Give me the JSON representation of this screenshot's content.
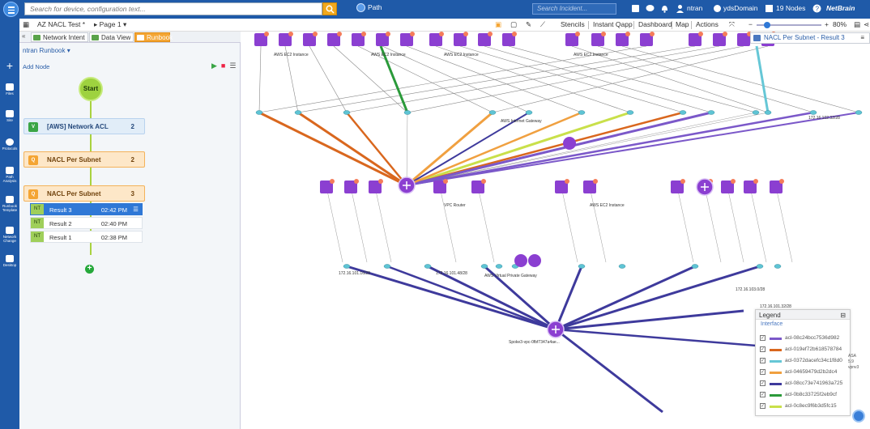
{
  "top": {
    "search_placeholder": "Search for device, configuration text...",
    "path_label": "Path",
    "incident_placeholder": "Search Incident...",
    "user": "ntran",
    "domain": "ydsDomain",
    "nodes": "19 Nodes",
    "brand": "NetBrain"
  },
  "bar2": {
    "map_title": "AZ NACL Test *",
    "page": "Page 1",
    "stencils": "Stencils",
    "instant_qapp": "Instant Qapp",
    "dashboard": "Dashboard",
    "map": "Map",
    "actions": "Actions",
    "zoom": "80%"
  },
  "sidebar": [
    {
      "label": "Files"
    },
    {
      "label": "Site"
    },
    {
      "label": "Protocols"
    },
    {
      "label": "Path Analysis"
    },
    {
      "label": "Runbook Template"
    },
    {
      "label": "Network Change"
    },
    {
      "label": "Desktop"
    }
  ],
  "tabs": [
    {
      "label": "Network Intent",
      "color": "#5aa34a"
    },
    {
      "label": "Data View",
      "color": "#5aa34a"
    },
    {
      "label": "Runbook",
      "color": "#f4a533"
    }
  ],
  "runbook": {
    "title": "ntran Runbook",
    "add_node": "Add Node",
    "start": "Start",
    "nodes": [
      {
        "label": "[AWS] Network ACL",
        "count": "2",
        "style": "blue",
        "icon": "V"
      },
      {
        "label": "NACL Per Subnet",
        "count": "2",
        "style": "orange",
        "icon": "Q"
      },
      {
        "label": "NACL Per Subnet",
        "count": "3",
        "style": "orange",
        "icon": "Q"
      }
    ],
    "results": [
      {
        "badge": "NT",
        "name": "Result 3",
        "time": "02:42 PM",
        "selected": true
      },
      {
        "badge": "NT",
        "name": "Result 2",
        "time": "02:40 PM",
        "selected": false
      },
      {
        "badge": "NT",
        "name": "Result 1",
        "time": "02:38 PM",
        "selected": false
      }
    ]
  },
  "panel_tab": "NACL Per Subnet - Result 3",
  "map": {
    "labels": [
      "AWS EC2 Instance",
      "AWS EC2 Instance",
      "AWS EC2 Instance",
      "AWS EC2 Instance",
      "AWS Internet Gateway",
      "VPC Router",
      "AWS EC2 Instance",
      "AWS Virtual Private Gateway",
      "Spoke3-vpc-0fbf7347a4ae...",
      "172.16.101.32/28",
      "172.16.101.16/28",
      "172.16.101.48/28",
      "172.16.103.0/28",
      "172.16.102.32/28"
    ],
    "hub_label": "Spoke3-vpc-0fbf7347a4ae..."
  },
  "legend": {
    "title": "Legend",
    "subtitle": "Interface",
    "items": [
      {
        "label": "acl-08c24bcc7536d982",
        "color": "#7b58c9"
      },
      {
        "label": "acl-019ef72b618578784",
        "color": "#d9671e"
      },
      {
        "label": "acl-0372dacefc34c1f8d0",
        "color": "#66c7d6"
      },
      {
        "label": "acl-04659479d2b2dc4",
        "color": "#f0a040"
      },
      {
        "label": "acl-08cc73e741963a725",
        "color": "#3e3a9c"
      },
      {
        "label": "acl-0b8c33725f2eb9cf",
        "color": "#2b9a3a"
      },
      {
        "label": "acl-0c8ec9f6b3d5fc15",
        "color": "#c9e04a"
      }
    ]
  },
  "side_note": [
    "ASA",
    "5.9",
    "vpnv3"
  ]
}
